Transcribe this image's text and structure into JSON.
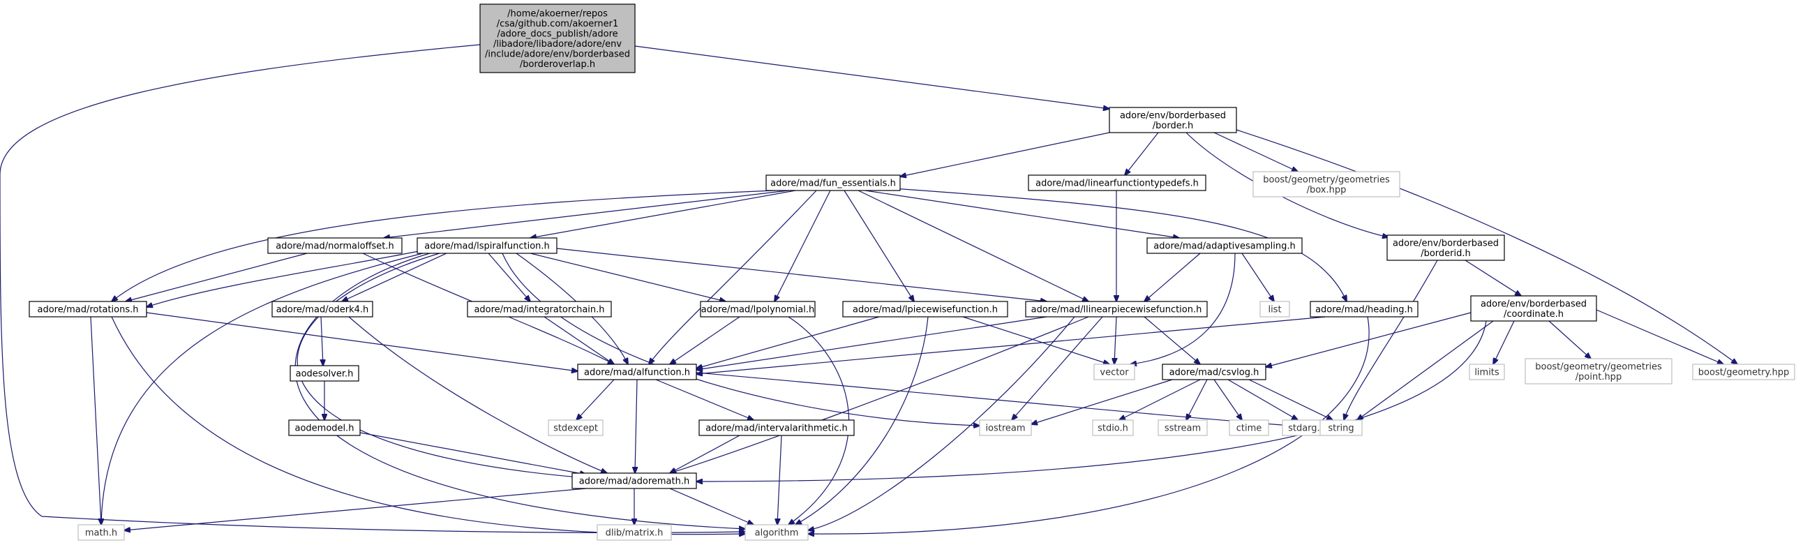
{
  "nodes": {
    "root": [
      "/home/akoerner/repos",
      "/csa/github.com/akoerner1",
      "/adore_docs_publish/adore",
      "/libadore/libadore/adore/env",
      "/include/adore/env/borderbased",
      "/borderoverlap.h"
    ],
    "border": [
      "adore/env/borderbased",
      "/border.h"
    ],
    "fun_essentials": [
      "adore/mad/fun_essentials.h"
    ],
    "linearfunctiontypedefs": [
      "adore/mad/linearfunctiontypedefs.h"
    ],
    "box_hpp": [
      "boost/geometry/geometries",
      "/box.hpp"
    ],
    "borderid": [
      "adore/env/borderbased",
      "/borderid.h"
    ],
    "normaloffset": [
      "adore/mad/normaloffset.h"
    ],
    "lspiralfunction": [
      "adore/mad/lspiralfunction.h"
    ],
    "adaptivesampling": [
      "adore/mad/adaptivesampling.h"
    ],
    "rotations": [
      "adore/mad/rotations.h"
    ],
    "oderk4": [
      "adore/mad/oderk4.h"
    ],
    "integratorchain": [
      "adore/mad/integratorchain.h"
    ],
    "lpolynomial": [
      "adore/mad/lpolynomial.h"
    ],
    "lpiecewisefunction": [
      "adore/mad/lpiecewisefunction.h"
    ],
    "llinearpiecewisefunction": [
      "adore/mad/llinearpiecewisefunction.h"
    ],
    "list": [
      "list"
    ],
    "heading": [
      "adore/mad/heading.h"
    ],
    "coordinate": [
      "adore/env/borderbased",
      "/coordinate.h"
    ],
    "aodesolver": [
      "aodesolver.h"
    ],
    "alfunction": [
      "adore/mad/alfunction.h"
    ],
    "vector": [
      "vector"
    ],
    "csvlog": [
      "adore/mad/csvlog.h"
    ],
    "limits": [
      "limits"
    ],
    "point_hpp": [
      "boost/geometry/geometries",
      "/point.hpp"
    ],
    "geometry_hpp": [
      "boost/geometry.hpp"
    ],
    "aodemodel": [
      "aodemodel.h"
    ],
    "stdexcept": [
      "stdexcept"
    ],
    "intervalarithmetic": [
      "adore/mad/intervalarithmetic.h"
    ],
    "iostream": [
      "iostream"
    ],
    "stdio": [
      "stdio.h"
    ],
    "sstream": [
      "sstream"
    ],
    "ctime": [
      "ctime"
    ],
    "stdarg": [
      "stdarg.h"
    ],
    "string": [
      "string"
    ],
    "adoremath": [
      "adore/mad/adoremath.h"
    ],
    "math": [
      "math.h"
    ],
    "dlib": [
      "dlib/matrix.h"
    ],
    "algorithm": [
      "algorithm"
    ]
  }
}
